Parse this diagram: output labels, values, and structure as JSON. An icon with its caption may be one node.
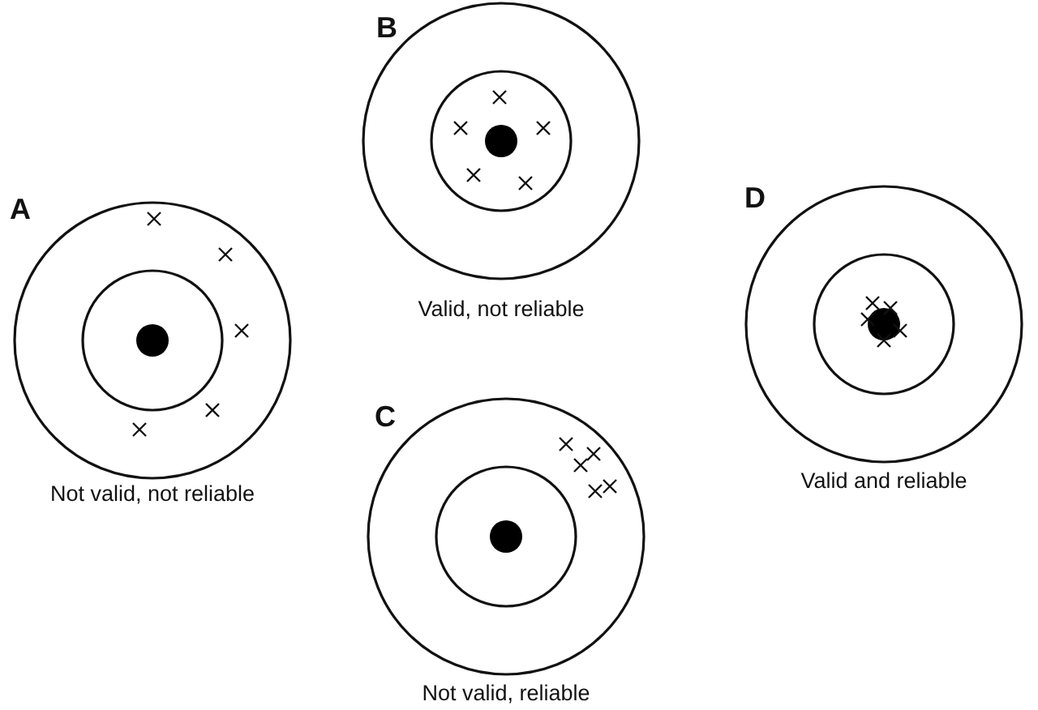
{
  "diagram": {
    "nodes": [
      {
        "text": [
          "A"
        ],
        "beside": [
          "Not valid, not reliable"
        ]
      },
      {
        "text": [
          "B"
        ],
        "beside": [
          "Valid, not reliable"
        ]
      },
      {
        "text": [
          "C"
        ],
        "beside": [
          "Not valid, reliable"
        ]
      },
      {
        "text": [
          "D"
        ],
        "beside": [
          "Valid and reliable"
        ]
      }
    ]
  }
}
